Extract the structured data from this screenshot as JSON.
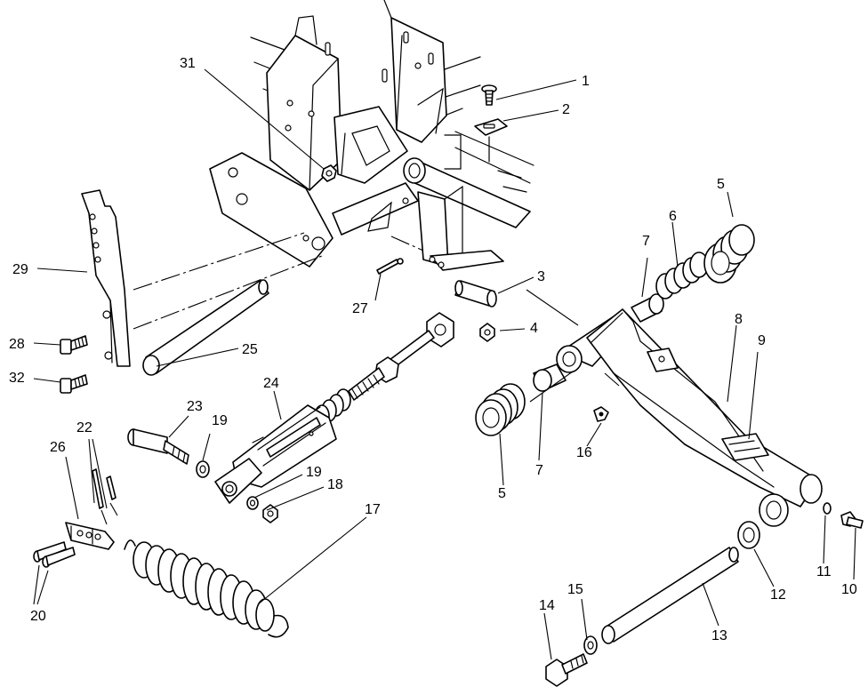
{
  "callouts": [
    {
      "id": "c1",
      "text": "1"
    },
    {
      "id": "c2",
      "text": "2"
    },
    {
      "id": "c3",
      "text": "3"
    },
    {
      "id": "c4",
      "text": "4"
    },
    {
      "id": "c5a",
      "text": "5"
    },
    {
      "id": "c5b",
      "text": "5"
    },
    {
      "id": "c6",
      "text": "6"
    },
    {
      "id": "c7a",
      "text": "7"
    },
    {
      "id": "c7b",
      "text": "7"
    },
    {
      "id": "c8",
      "text": "8"
    },
    {
      "id": "c9",
      "text": "9"
    },
    {
      "id": "c10",
      "text": "10"
    },
    {
      "id": "c11",
      "text": "11"
    },
    {
      "id": "c12",
      "text": "12"
    },
    {
      "id": "c13",
      "text": "13"
    },
    {
      "id": "c14",
      "text": "14"
    },
    {
      "id": "c15",
      "text": "15"
    },
    {
      "id": "c16",
      "text": "16"
    },
    {
      "id": "c17",
      "text": "17"
    },
    {
      "id": "c18",
      "text": "18"
    },
    {
      "id": "c19a",
      "text": "19"
    },
    {
      "id": "c19b",
      "text": "19"
    },
    {
      "id": "c20",
      "text": "20"
    },
    {
      "id": "c22",
      "text": "22"
    },
    {
      "id": "c23",
      "text": "23"
    },
    {
      "id": "c24",
      "text": "24"
    },
    {
      "id": "c25",
      "text": "25"
    },
    {
      "id": "c26",
      "text": "26"
    },
    {
      "id": "c27",
      "text": "27"
    },
    {
      "id": "c28",
      "text": "28"
    },
    {
      "id": "c29",
      "text": "29"
    },
    {
      "id": "c31",
      "text": "31"
    },
    {
      "id": "c32",
      "text": "32"
    }
  ],
  "colors": {
    "line": "#000000",
    "background": "#ffffff"
  }
}
